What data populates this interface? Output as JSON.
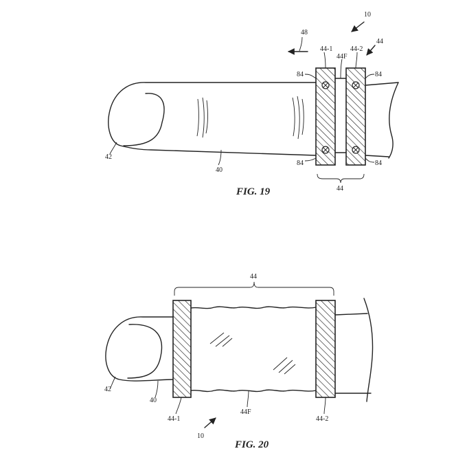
{
  "fig19": {
    "caption": "FIG. 19",
    "labels": {
      "device": "10",
      "direction": "48",
      "ring": "44",
      "band_1": "44-1",
      "band_2": "44-2",
      "fabric": "44F",
      "sensor": "84",
      "nail": "42",
      "finger": "40",
      "ring_bracket": "44"
    }
  },
  "fig20": {
    "caption": "FIG. 20",
    "labels": {
      "ring_bracket": "44",
      "nail": "42",
      "finger": "40",
      "band_1": "44-1",
      "fabric": "44F",
      "band_2": "44-2",
      "device": "10"
    }
  }
}
